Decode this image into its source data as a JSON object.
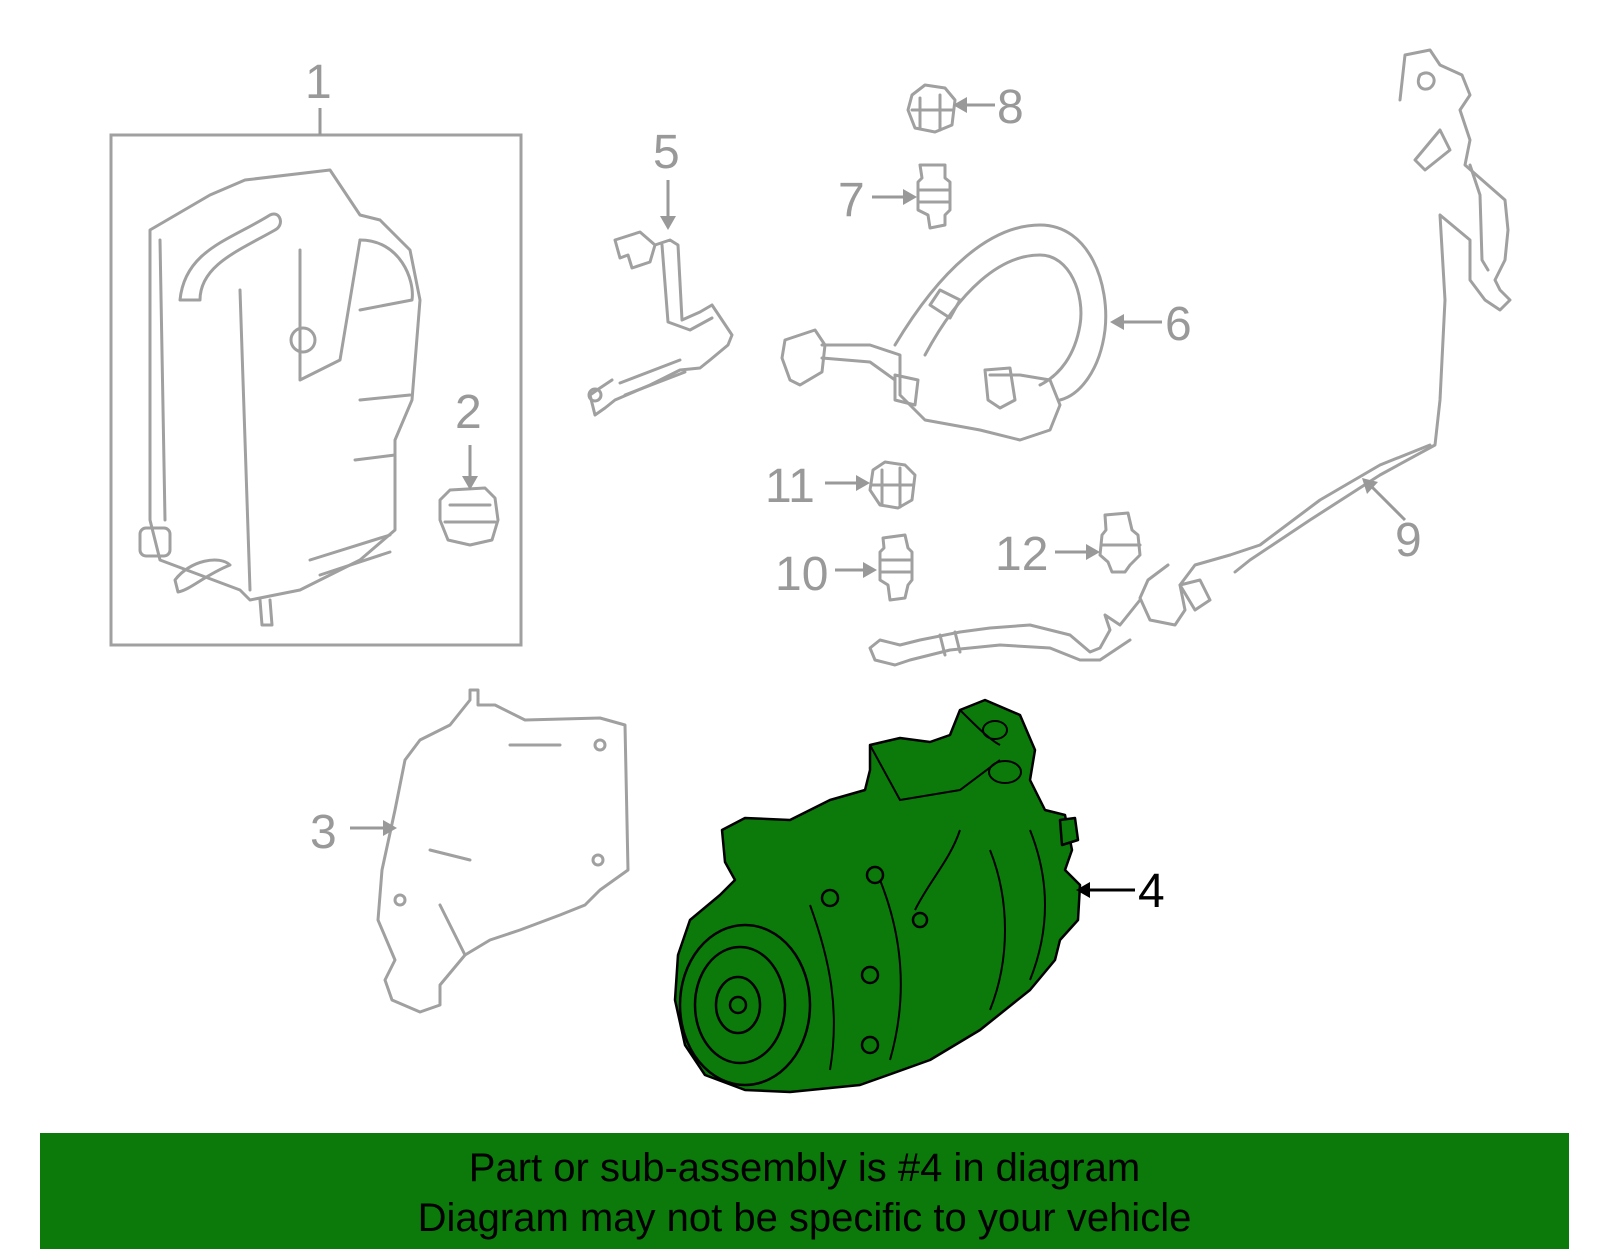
{
  "callouts": {
    "c1": "1",
    "c2": "2",
    "c3": "3",
    "c4": "4",
    "c5": "5",
    "c6": "6",
    "c7": "7",
    "c8": "8",
    "c9": "9",
    "c10": "10",
    "c11": "11",
    "c12": "12"
  },
  "banner": {
    "line1": "Part or sub-assembly is #4 in diagram",
    "line2": "Diagram may not be specific to your vehicle"
  },
  "colors": {
    "highlight": "#0b7a0b",
    "outline": "#a0a0a0"
  },
  "highlighted_part": "4"
}
